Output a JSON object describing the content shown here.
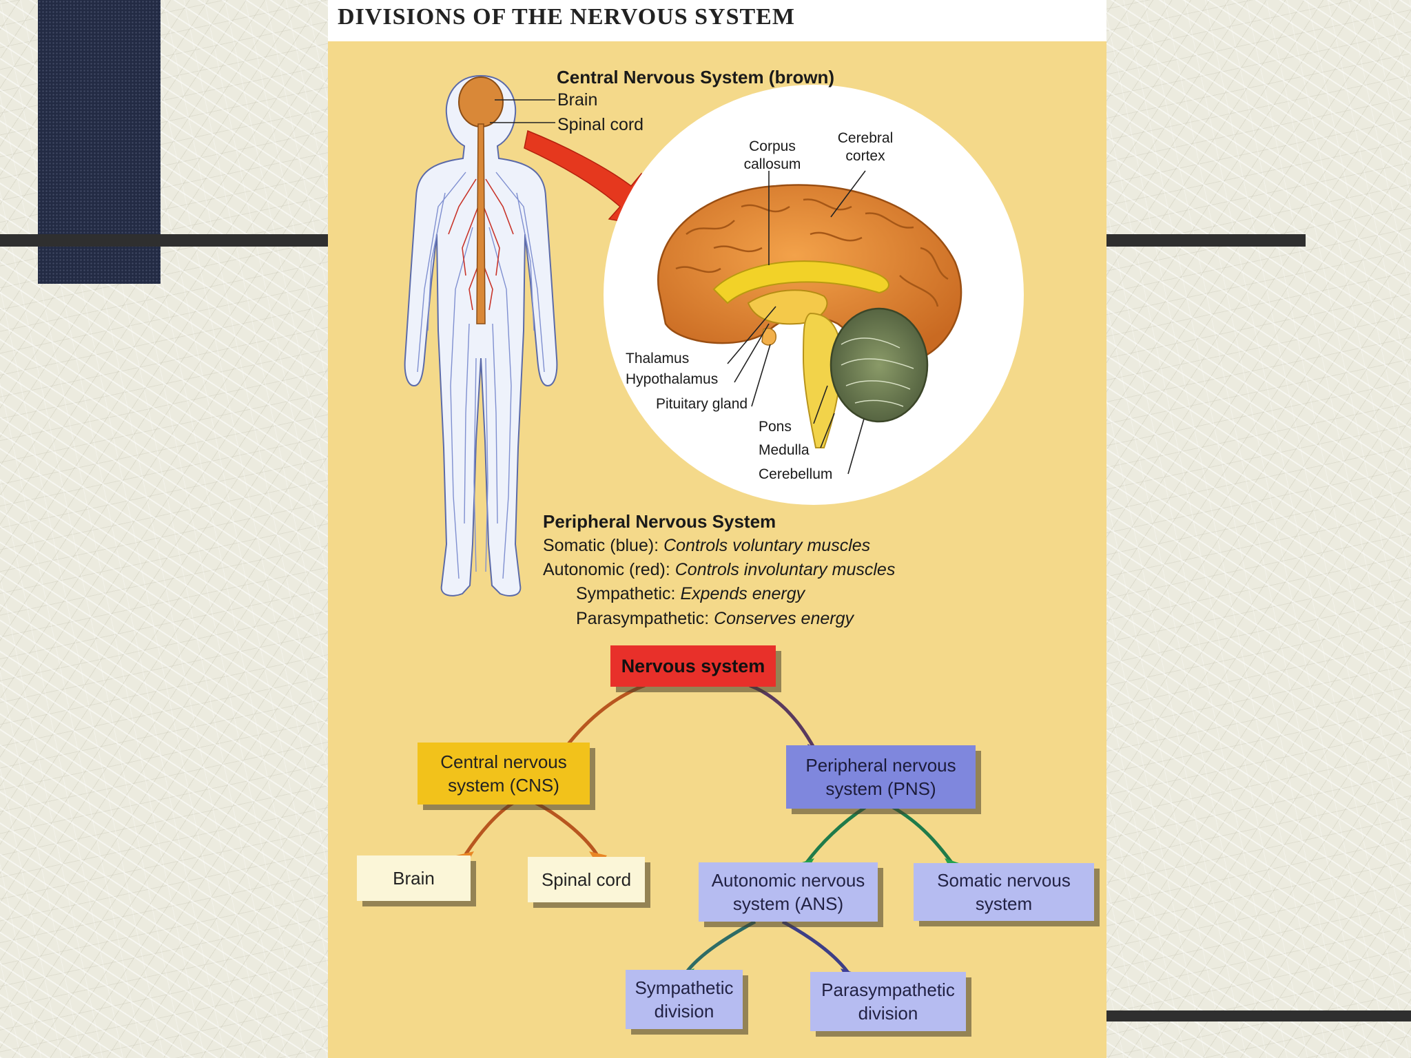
{
  "title": "DIVISIONS OF THE NERVOUS SYSTEM",
  "cns": {
    "heading": "Central Nervous System (brown)",
    "brain": "Brain",
    "spinal_cord": "Spinal cord"
  },
  "brain_parts": {
    "corpus_callosum_1": "Corpus",
    "corpus_callosum_2": "callosum",
    "cerebral_cortex_1": "Cerebral",
    "cerebral_cortex_2": "cortex",
    "thalamus": "Thalamus",
    "hypothalamus": "Hypothalamus",
    "pituitary": "Pituitary gland",
    "pons": "Pons",
    "medulla": "Medulla",
    "cerebellum": "Cerebellum"
  },
  "pns": {
    "heading": "Peripheral Nervous System",
    "somatic_label": "Somatic (blue): ",
    "somatic_desc": "Controls voluntary muscles",
    "autonomic_label": "Autonomic (red): ",
    "autonomic_desc": "Controls involuntary muscles",
    "sympathetic_label": "Sympathetic: ",
    "sympathetic_desc": "Expends energy",
    "parasympathetic_label": "Parasympathetic: ",
    "parasympathetic_desc": "Conserves energy"
  },
  "tree": {
    "root": "Nervous system",
    "cns_1": "Central nervous",
    "cns_2": "system (CNS)",
    "pns_1": "Peripheral nervous",
    "pns_2": "system (PNS)",
    "brain": "Brain",
    "spinal": "Spinal cord",
    "ans_1": "Autonomic nervous",
    "ans_2": "system (ANS)",
    "somatic_1": "Somatic nervous",
    "somatic_2": "system",
    "symp_1": "Sympathetic",
    "symp_2": "division",
    "para_1": "Parasympathetic",
    "para_2": "division"
  },
  "colors": {
    "poster_bg": "#f4d98a",
    "root_node": "#e8302a",
    "cns_node": "#f2c21b",
    "pns_node": "#7f87dd",
    "leaf_blue": "#b6bcf1",
    "leaf_cream": "#fbf6d8",
    "navy": "#232b44"
  }
}
